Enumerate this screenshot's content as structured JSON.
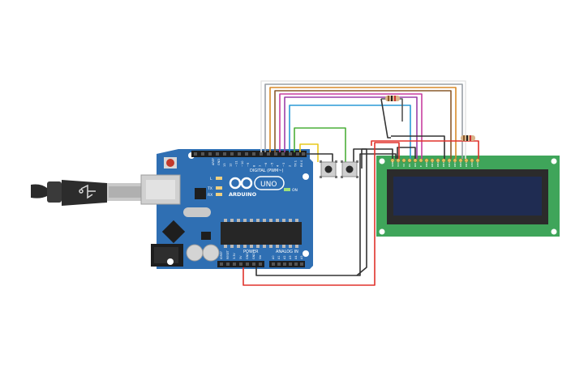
{
  "arduino": {
    "brand": "ARDUINO",
    "model": "UNO",
    "digital_label": "DIGITAL (PWM~)",
    "power_label": "POWER",
    "analog_label": "ANALOG IN",
    "on_label": "ON",
    "l_label": "L",
    "tx_label": "TX",
    "rx_label": "RX",
    "aref_label": "AREF",
    "gnd_label": "GND",
    "digital_pins": [
      "13",
      "12",
      "~11",
      "~10",
      "~9",
      "8",
      "7",
      "~6",
      "~5",
      "4",
      "~3",
      "2",
      "TX 1",
      "RX 0"
    ],
    "power_pins": [
      "IOREF",
      "RESET",
      "3.3V",
      "5V",
      "GND",
      "GND",
      "Vin"
    ],
    "analog_pins": [
      "A0",
      "A1",
      "A2",
      "A3",
      "A4",
      "A5"
    ]
  },
  "lcd": {
    "pins": [
      "GND",
      "VCC",
      "V0",
      "RS",
      "RW",
      "E",
      "DB0",
      "DB1",
      "DB2",
      "DB3",
      "DB4",
      "DB5",
      "DB6",
      "DB7",
      "LED",
      "LED"
    ]
  },
  "colors": {
    "board": "#2f6fb3",
    "lcd_pcb": "#3fa55a",
    "lcd_screen": "#1f2c52",
    "wire_red": "#e0322b",
    "wire_black": "#333333",
    "wire_green": "#4caf3a",
    "wire_yellow": "#e9c81b",
    "wire_blue": "#2a9ad6",
    "wire_purple": "#9b3fa8",
    "wire_magenta": "#c83fa0",
    "wire_brown": "#8a5a2b",
    "wire_orange": "#d88a2a",
    "wire_gray": "#9aa0a6",
    "wire_white": "#e6e6e6"
  },
  "icons": [
    "usb-cable-icon",
    "pushbutton-icon",
    "resistor-icon",
    "reset-button-icon",
    "potentiometer-icon"
  ]
}
